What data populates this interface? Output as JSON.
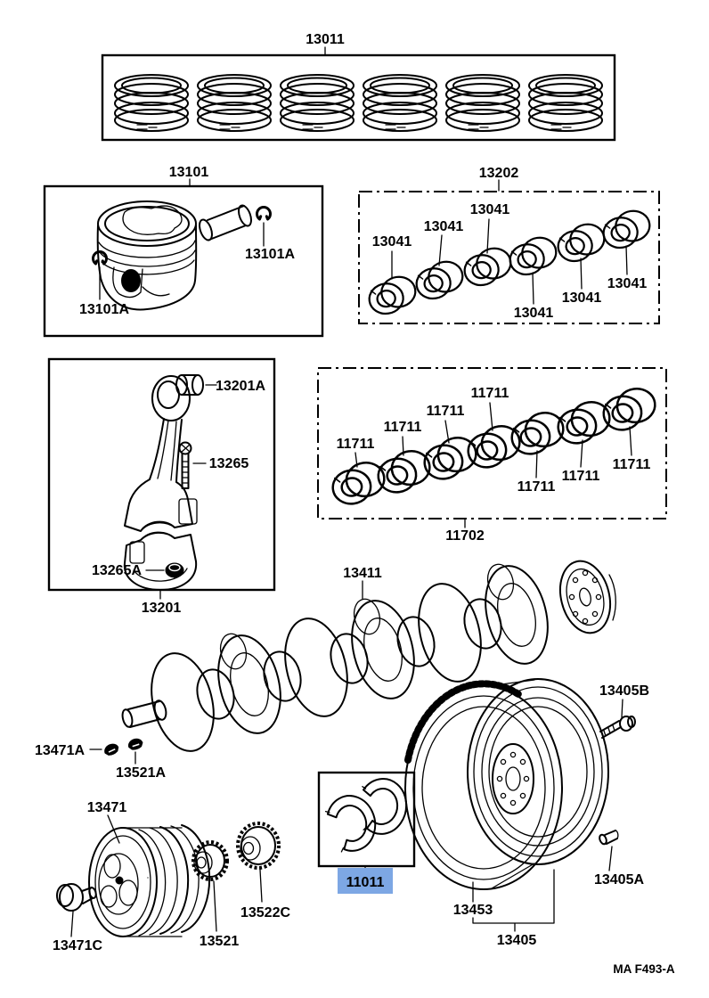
{
  "diagram_title": "crankshaft-piston-parts-diagram",
  "highlight": {
    "part": "11011",
    "bg": "#7da7e4",
    "fg": "#163a85"
  },
  "footer": {
    "code": "MA  F493-A"
  },
  "parts": {
    "piston_ring_set": "13011",
    "piston": "13101",
    "piston_pin_snap_ring": "13101A",
    "rod_bearing_set": "13202",
    "rod_bearing": "13041",
    "connecting_rod": "13201",
    "rod_small_end_bushing": "13201A",
    "rod_bolt": "13265",
    "rod_nut": "13265A",
    "main_bearing_set": "11702",
    "main_bearing": "11711",
    "crankshaft": "13411",
    "pulley_key": "13471A",
    "gear_key": "13521A",
    "crankshaft_pulley": "13471",
    "pulley_bolt": "13471C",
    "timing_gear": "13521",
    "drive_gear": "13522C",
    "thrust_washer_set": "11011",
    "ring_gear": "13453",
    "flywheel": "13405",
    "flywheel_pin": "13405A",
    "flywheel_bolt": "13405B"
  }
}
